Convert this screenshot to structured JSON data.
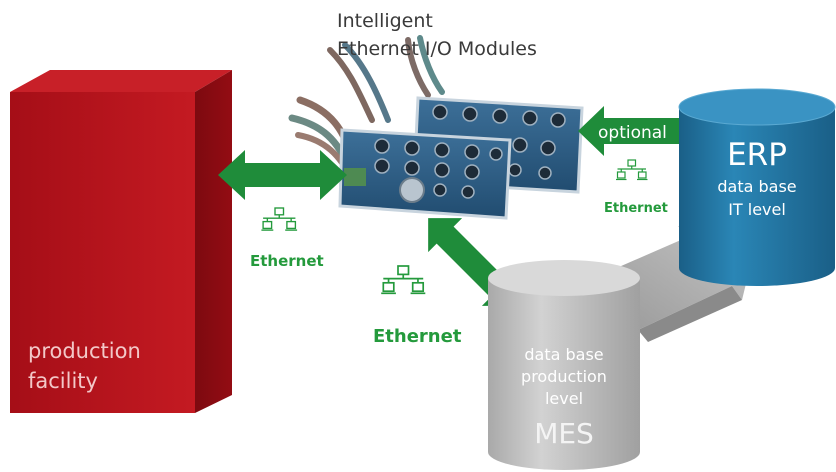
{
  "header": {
    "line1": "Intelligent",
    "line2": "Ethernet I/O Modules"
  },
  "production": {
    "line1": "production",
    "line2": "facility"
  },
  "erp": {
    "title": "ERP",
    "line1": "data base",
    "line2": "IT level"
  },
  "mes": {
    "line1": "data base",
    "line2": "production",
    "line3": "level",
    "title": "MES"
  },
  "links": {
    "optional": "optional",
    "ethernet_left": "Ethernet",
    "ethernet_right": "Ethernet",
    "ethernet_bottom": "Ethernet"
  },
  "colors": {
    "production": "#b3141c",
    "erp": "#2379a6",
    "mes": "#c3c3c3",
    "arrow_green": "#1f8c3a",
    "text_green": "#249a3c",
    "module": "#2e5e86"
  },
  "icons": [
    "network-icon"
  ]
}
